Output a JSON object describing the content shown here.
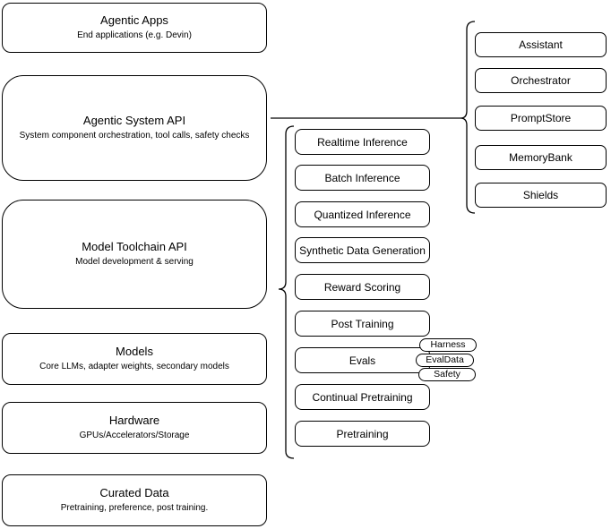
{
  "diagram": {
    "colors": {
      "stroke": "#000000",
      "fill": "#ffffff",
      "background": "#ffffff",
      "text": "#000000"
    },
    "stack": [
      {
        "title": "Agentic Apps",
        "subtitle": "End applications (e.g. Devin)"
      },
      {
        "title": "Agentic System API",
        "subtitle": "System component orchestration, tool calls, safety checks"
      },
      {
        "title": "Model Toolchain API",
        "subtitle": "Model development & serving"
      },
      {
        "title": "Models",
        "subtitle": "Core LLMs, adapter weights, secondary models"
      },
      {
        "title": "Hardware",
        "subtitle": "GPUs/Accelerators/Storage"
      },
      {
        "title": "Curated Data",
        "subtitle": "Pretraining, preference, post training."
      }
    ],
    "toolchain_items": [
      {
        "label": "Realtime Inference"
      },
      {
        "label": "Batch Inference"
      },
      {
        "label": "Quantized Inference"
      },
      {
        "label": "Synthetic Data Generation"
      },
      {
        "label": "Reward Scoring"
      },
      {
        "label": "Post Training"
      },
      {
        "label": "Evals"
      },
      {
        "label": "Continual Pretraining"
      },
      {
        "label": "Pretraining"
      }
    ],
    "eval_tags": [
      {
        "label": "Harness"
      },
      {
        "label": "EvalData"
      },
      {
        "label": "Safety"
      }
    ],
    "system_items": [
      {
        "label": "Assistant"
      },
      {
        "label": "Orchestrator"
      },
      {
        "label": "PromptStore"
      },
      {
        "label": "MemoryBank"
      },
      {
        "label": "Shields"
      }
    ]
  }
}
